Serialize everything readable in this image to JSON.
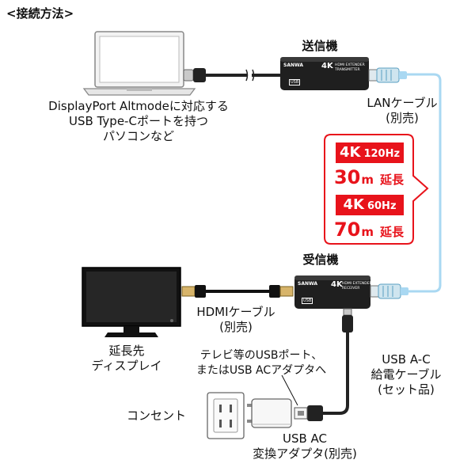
{
  "title": "<接続方法>",
  "pc": {
    "caption_lines": [
      "DisplayPort Altmodeに対応する",
      "USB Type-Cポートを持つ",
      "パソコンなど"
    ]
  },
  "transmitter": {
    "label": "送信機",
    "brand_text": "SANWA",
    "model_text": "4K",
    "sub_text": "HDMI EXTENDER",
    "sub_text2": "TRANSMITTER",
    "port_label": "USB"
  },
  "receiver": {
    "label": "受信機",
    "brand_text": "SANWA",
    "model_text": "4K",
    "sub_text": "HDMI EXTENDER",
    "sub_text2": "RECEIVER",
    "port_label": "USB"
  },
  "lan_cable": {
    "caption_lines": [
      "LANケーブル",
      "(別売)"
    ]
  },
  "specs": [
    {
      "resolution": "4K",
      "refresh": "120Hz",
      "distance": "30",
      "unit": "m",
      "suffix": "延長"
    },
    {
      "resolution": "4K",
      "refresh": "60Hz",
      "distance": "70",
      "unit": "m",
      "suffix": "延長"
    }
  ],
  "tv": {
    "caption_lines": [
      "延長先",
      "ディスプレイ"
    ]
  },
  "hdmi_cable": {
    "caption_lines": [
      "HDMIケーブル",
      "(別売)"
    ]
  },
  "usb_power_source": {
    "caption_lines": [
      "テレビ等のUSBポート、",
      "またはUSB ACアダプタへ"
    ]
  },
  "usb_cable": {
    "caption_lines": [
      "USB A-C",
      "給電ケーブル",
      "(セット品)"
    ]
  },
  "outlet": {
    "caption": "コンセント"
  },
  "adapter": {
    "caption_lines": [
      "USB AC",
      "変換アダプタ(別売)"
    ]
  },
  "colors": {
    "accent_red": "#e8131b",
    "lan_cable": "#a9d8f2",
    "device_body": "#1f1f1f",
    "connector_gold": "#d7b46a"
  }
}
